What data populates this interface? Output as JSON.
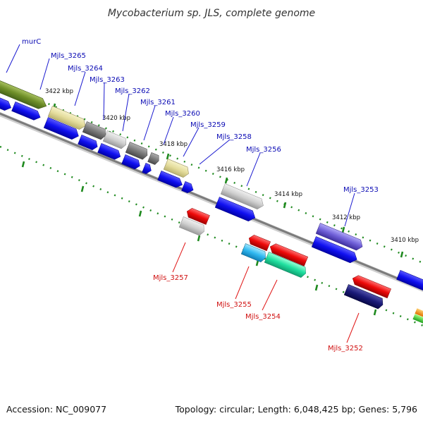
{
  "title": "Mycobacterium sp. JLS, complete genome",
  "footer": {
    "accession": "Accession: NC_009077",
    "summary": "Topology: circular; Length: 6,048,425 bp; Genes: 5,796"
  },
  "colors": {
    "backbone": "#8a8a8a",
    "tick": "#1f8a1f",
    "label_forward": "#0a0ab4",
    "label_reverse": "#d01010"
  },
  "scale_labels": [
    "3422 kbp",
    "3420 kbp",
    "3418 kbp",
    "3416 kbp",
    "3414 kbp",
    "3412 kbp",
    "3410 kbp"
  ],
  "genes_forward": [
    "murC",
    "Mjls_3265",
    "Mjls_3264",
    "Mjls_3263",
    "Mjls_3262",
    "Mjls_3261",
    "Mjls_3260",
    "Mjls_3259",
    "Mjls_3258",
    "Mjls_3256",
    "Mjls_3253"
  ],
  "genes_reverse": [
    "Mjls_3257",
    "Mjls_3255",
    "Mjls_3254",
    "Mjls_3252"
  ]
}
